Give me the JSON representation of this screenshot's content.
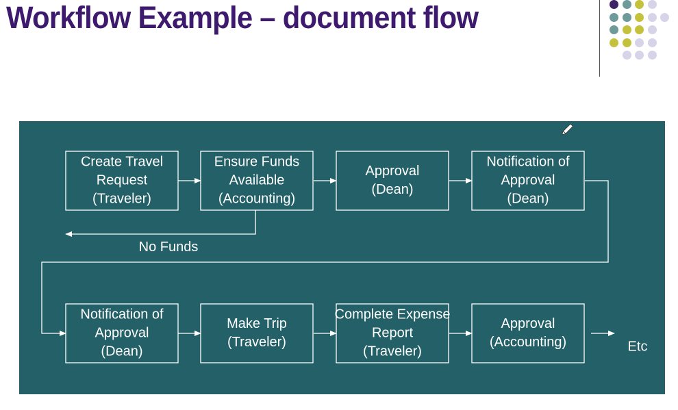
{
  "title": "Workflow Example – document flow",
  "colors": {
    "title": "#3d1a6e",
    "panel": "#236068",
    "line": "#ffffff",
    "dot_purple": "#3d2466",
    "dot_teal": "#6f9a9a",
    "dot_olive": "#c4c23c",
    "dot_lavender": "#d7d3e8"
  },
  "steps": [
    {
      "lines": [
        "Create Travel",
        "Request",
        "(Traveler)"
      ]
    },
    {
      "lines": [
        "Ensure Funds",
        "Available",
        "(Accounting)"
      ]
    },
    {
      "lines": [
        "Approval",
        "(Dean)"
      ]
    },
    {
      "lines": [
        "Notification of",
        "Approval",
        "(Dean)"
      ]
    },
    {
      "lines": [
        "Notification of",
        "Approval",
        "(Dean)"
      ]
    },
    {
      "lines": [
        "Make Trip",
        "(Traveler)"
      ]
    },
    {
      "lines": [
        "Complete Expense",
        "Report",
        "(Traveler)"
      ]
    },
    {
      "lines": [
        "Approval",
        "(Accounting)"
      ]
    }
  ],
  "labels": {
    "no_funds": "No Funds",
    "etc": "Etc"
  },
  "decor_icons": [
    "pencil-icon"
  ]
}
